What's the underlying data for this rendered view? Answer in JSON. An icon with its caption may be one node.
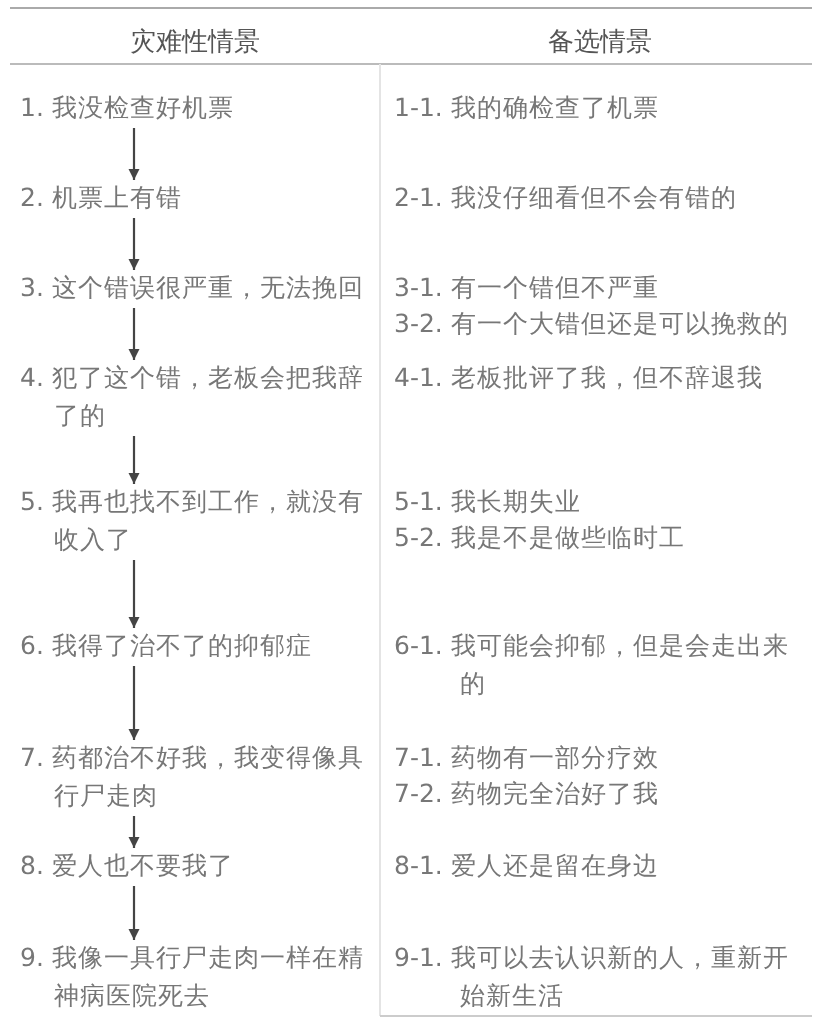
{
  "diagram": {
    "nodes": [
      {
        "text": [
          "1. 我没检查好机票"
        ]
      },
      {
        "text": [
          "2. 机票上有错"
        ]
      },
      {
        "text": [
          "3. 这个错误很严重，无法挽回"
        ]
      },
      {
        "text": [
          "4. 犯了这个错，老板会把我辞了的"
        ]
      },
      {
        "text": [
          "5. 我再也找不到工作，就没有收入了"
        ]
      },
      {
        "text": [
          "6. 我得了治不了的抑郁症"
        ]
      },
      {
        "text": [
          "7. 药都治不好我，我变得像具行尸走肉"
        ]
      },
      {
        "text": [
          "8. 爱人也不要我了"
        ]
      },
      {
        "text": [
          "9. 我像一具行尸走肉一样在精神病医院死去"
        ]
      }
    ],
    "edges": [
      {
        "from": 0,
        "to": 1,
        "arrow": "to"
      },
      {
        "from": 1,
        "to": 2,
        "arrow": "to"
      },
      {
        "from": 2,
        "to": 3,
        "arrow": "to"
      },
      {
        "from": 3,
        "to": 4,
        "arrow": "to"
      },
      {
        "from": 4,
        "to": 5,
        "arrow": "to"
      },
      {
        "from": 5,
        "to": 6,
        "arrow": "to"
      },
      {
        "from": 6,
        "to": 7,
        "arrow": "to"
      },
      {
        "from": 7,
        "to": 8,
        "arrow": "to"
      }
    ],
    "labels": [
      "灾难性情景",
      "备选情景",
      "1-1. 我的确检查了机票",
      "2-1. 我没仔细看但不会有错的",
      "3-1. 有一个错但不严重",
      "3-2. 有一个大错但还是可以挽救的",
      "4-1. 老板批评了我，但不辞退我",
      "5-1. 我长期失业",
      "5-2. 我是不是做些临时工",
      "6-1. 我可能会抑郁，但是会走出来的",
      "7-1. 药物有一部分疗效",
      "7-2. 药物完全治好了我",
      "8-1. 爱人还是留在身边",
      "9-1. 我可以去认识新的人，重新开始新生活"
    ]
  }
}
